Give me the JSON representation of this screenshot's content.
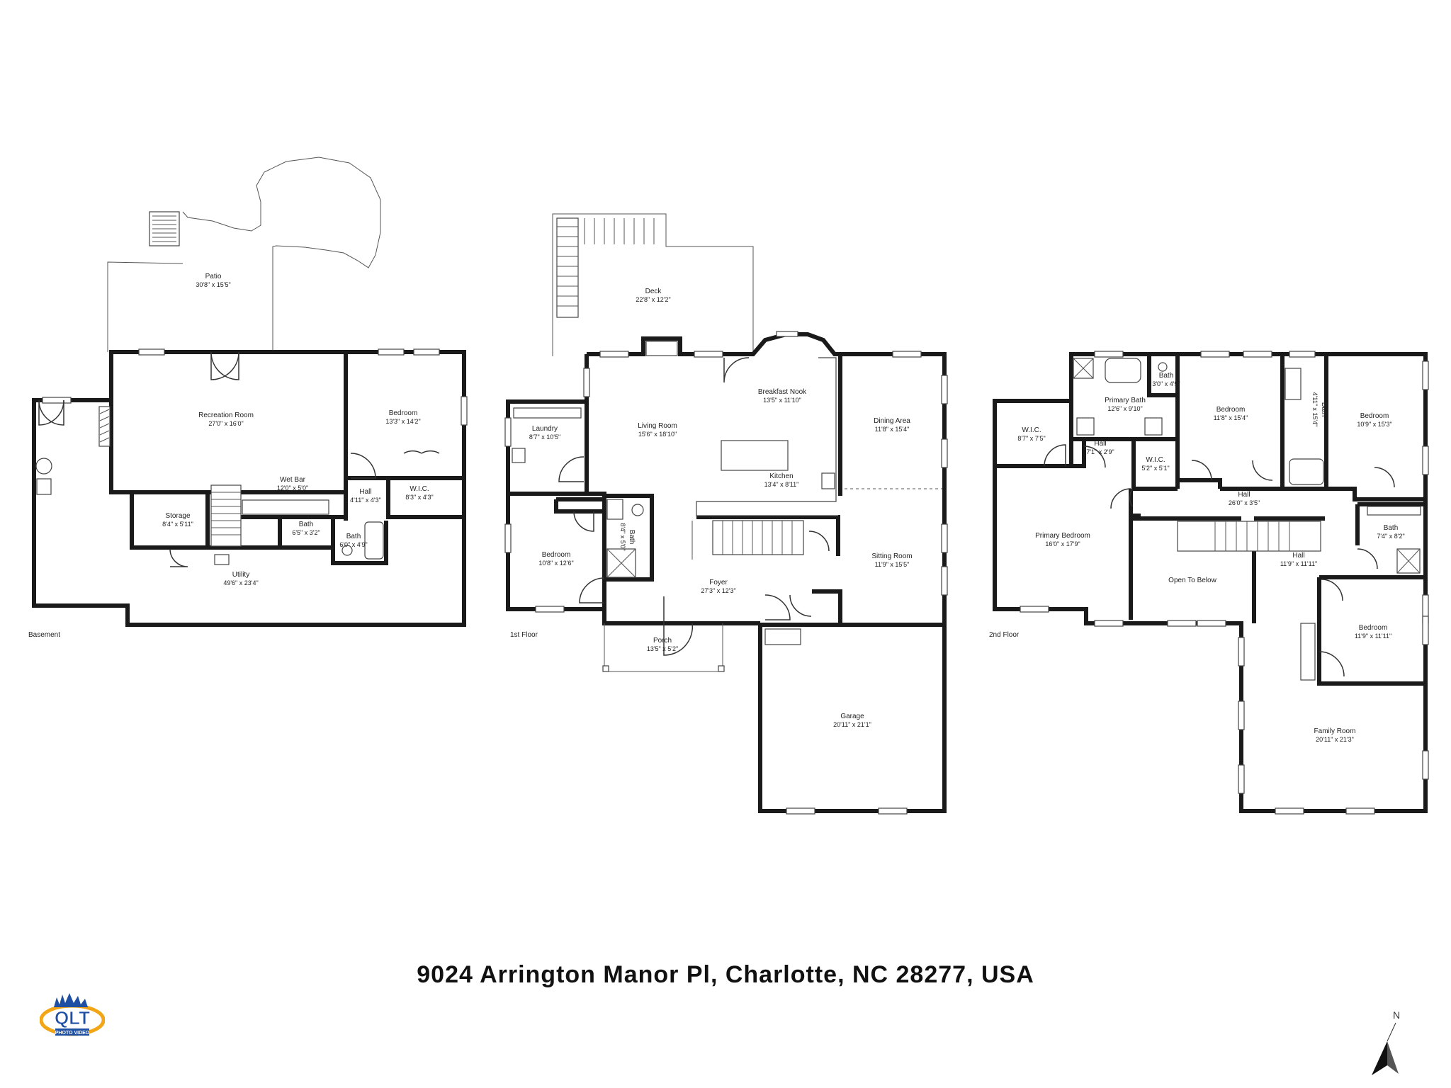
{
  "address": "9024 Arrington Manor Pl, Charlotte, NC 28277, USA",
  "north_label": "N",
  "logo": {
    "text": "QLT",
    "subtext": "PHOTO VIDEO",
    "colors": {
      "primary": "#1f4fa3",
      "accent": "#f2a516"
    }
  },
  "floors": {
    "basement": {
      "label": "Basement",
      "rooms": {
        "patio": {
          "name": "Patio",
          "dims": "30'8\" x 15'5\""
        },
        "recreation": {
          "name": "Recreation Room",
          "dims": "27'0\" x 16'0\""
        },
        "bedroom": {
          "name": "Bedroom",
          "dims": "13'3\" x 14'2\""
        },
        "wetbar": {
          "name": "Wet Bar",
          "dims": "12'0\" x 5'0\""
        },
        "hall": {
          "name": "Hall",
          "dims": "4'11\" x 4'3\""
        },
        "wic": {
          "name": "W.I.C.",
          "dims": "8'3\" x 4'3\""
        },
        "storage": {
          "name": "Storage",
          "dims": "8'4\" x 5'11\""
        },
        "bath1": {
          "name": "Bath",
          "dims": "6'5\" x 3'2\""
        },
        "bath2": {
          "name": "Bath",
          "dims": "6'0\" x 4'9\""
        },
        "utility": {
          "name": "Utility",
          "dims": "49'6\" x 23'4\""
        }
      }
    },
    "first": {
      "label": "1st Floor",
      "rooms": {
        "deck": {
          "name": "Deck",
          "dims": "22'8\" x 12'2\""
        },
        "nook": {
          "name": "Breakfast Nook",
          "dims": "13'5\" x 11'10\""
        },
        "living": {
          "name": "Living Room",
          "dims": "15'6\" x 18'10\""
        },
        "laundry": {
          "name": "Laundry",
          "dims": "8'7\" x 10'5\""
        },
        "kitchen": {
          "name": "Kitchen",
          "dims": "13'4\" x 8'11\""
        },
        "dining": {
          "name": "Dining Area",
          "dims": "11'8\" x 15'4\""
        },
        "bedroom": {
          "name": "Bedroom",
          "dims": "10'8\" x 12'6\""
        },
        "bath": {
          "name": "Bath",
          "dims": "8'4\" x 5'0\""
        },
        "sitting": {
          "name": "Sitting Room",
          "dims": "11'9\" x 15'5\""
        },
        "foyer": {
          "name": "Foyer",
          "dims": "27'3\" x 12'3\""
        },
        "porch": {
          "name": "Porch",
          "dims": "13'5\" x 5'2\""
        },
        "garage": {
          "name": "Garage",
          "dims": "20'11\" x 21'1\""
        }
      }
    },
    "second": {
      "label": "2nd Floor",
      "rooms": {
        "bath_small": {
          "name": "Bath",
          "dims": "3'0\" x 4'9\""
        },
        "primary_bath": {
          "name": "Primary Bath",
          "dims": "12'6\" x 9'10\""
        },
        "wic1": {
          "name": "W.I.C.",
          "dims": "8'7\" x 7'5\""
        },
        "hall_small": {
          "name": "Hall",
          "dims": "7'1\" x 2'9\""
        },
        "wic2": {
          "name": "W.I.C.",
          "dims": "5'2\" x 5'1\""
        },
        "bedroom1": {
          "name": "Bedroom",
          "dims": "11'8\" x 15'4\""
        },
        "bath_v": {
          "name": "Bath",
          "dims": "4'11\" x 15'4\""
        },
        "bedroom2": {
          "name": "Bedroom",
          "dims": "10'9\" x 15'3\""
        },
        "hall_long": {
          "name": "Hall",
          "dims": "26'0\" x 3'5\""
        },
        "primary_bed": {
          "name": "Primary Bedroom",
          "dims": "16'0\" x 17'9\""
        },
        "bath3": {
          "name": "Bath",
          "dims": "7'4\" x 8'2\""
        },
        "hall_main": {
          "name": "Hall",
          "dims": "11'9\" x 11'11\""
        },
        "open": {
          "name": "Open To Below",
          "dims": ""
        },
        "bedroom3": {
          "name": "Bedroom",
          "dims": "11'9\" x 11'11\""
        },
        "family": {
          "name": "Family Room",
          "dims": "20'11\" x 21'3\""
        }
      }
    }
  }
}
